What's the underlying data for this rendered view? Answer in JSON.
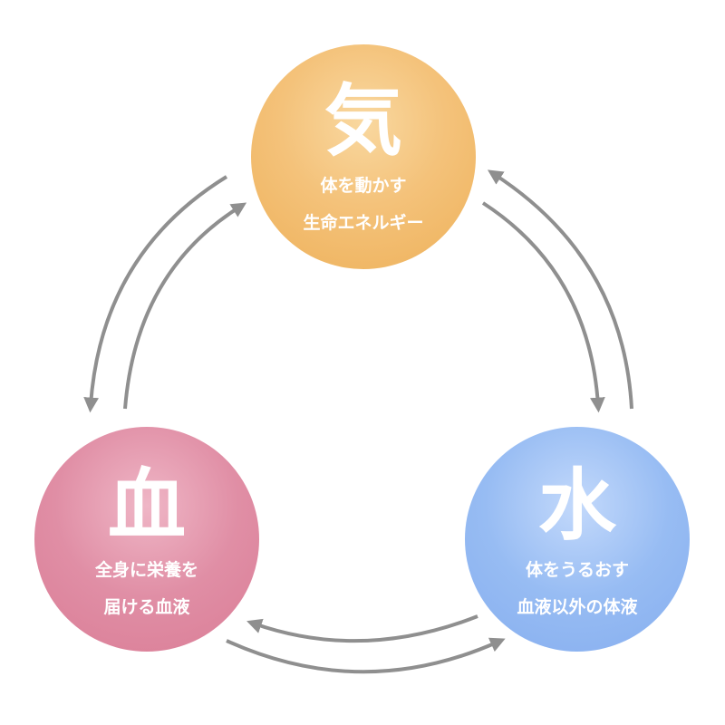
{
  "nodes": {
    "ki": {
      "char": "気",
      "desc_line1": "体を動かす",
      "desc_line2": "生命エネルギー"
    },
    "ketsu": {
      "char": "血",
      "desc_line1": "全身に栄養を",
      "desc_line2": "届ける血液"
    },
    "sui": {
      "char": "水",
      "desc_line1": "体をうるおす",
      "desc_line2": "血液以外の体液"
    }
  },
  "colors": {
    "ki": "#f4c27a",
    "ketsu": "#e08ea5",
    "sui": "#97bcf3",
    "arrow": "#8f8f8f",
    "text": "#ffffff"
  }
}
